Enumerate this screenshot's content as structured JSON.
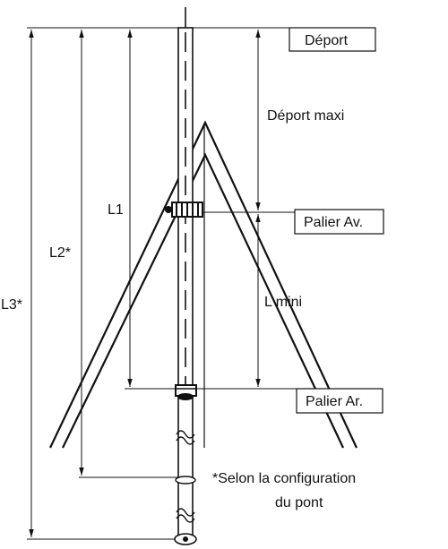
{
  "labels": {
    "deport": "Déport",
    "deport_maxi": "Déport maxi",
    "l1": "L1",
    "l2": "L2*",
    "l3": "L3*",
    "palier_av": "Palier Av.",
    "l_mini": "L mini",
    "palier_ar": "Palier Ar.",
    "note_line1": "*Selon la configuration",
    "note_line2": "du pont"
  },
  "colors": {
    "ink": "#111111",
    "background": "#ffffff"
  }
}
